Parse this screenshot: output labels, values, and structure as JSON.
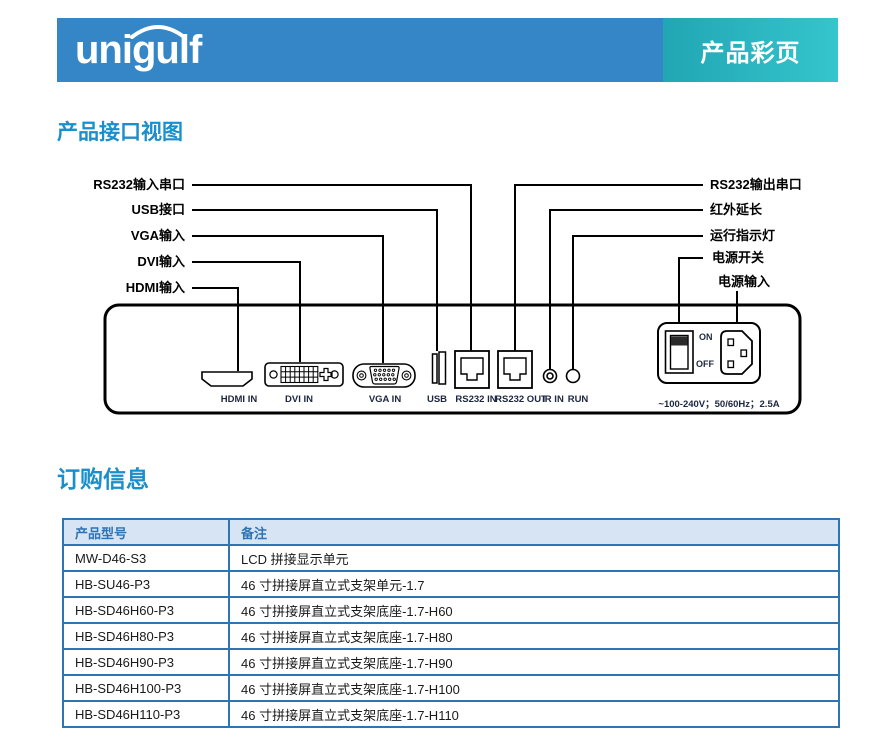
{
  "header": {
    "logo_text": "unigulf",
    "banner_label": "产品彩页"
  },
  "colors": {
    "brand_blue": "#3486c7",
    "banner_teal_start": "#21a6b4",
    "banner_teal_end": "#35c5cc",
    "section_title_blue": "#1b8fcb",
    "table_border_blue": "#2e75b6",
    "table_header_bg": "#d6e4f3",
    "table_header_text": "#2e74b5",
    "diagram_line": "#000000"
  },
  "interface_section": {
    "title": "产品接口视图",
    "callouts_left": [
      {
        "label": "RS232输入串口"
      },
      {
        "label": "USB接口"
      },
      {
        "label": "VGA输入"
      },
      {
        "label": "DVI输入"
      },
      {
        "label": "HDMI输入"
      }
    ],
    "callouts_right": [
      {
        "label": "RS232输出串口"
      },
      {
        "label": "红外延长"
      },
      {
        "label": "运行指示灯"
      },
      {
        "label": "电源开关"
      },
      {
        "label": "电源输入"
      }
    ],
    "port_labels": [
      "HDMI IN",
      "DVI IN",
      "VGA IN",
      "USB",
      "RS232 IN",
      "RS232 OUT",
      "IR IN",
      "RUN"
    ],
    "switch_on": "ON",
    "switch_off": "OFF",
    "power_rating": "~100-240V；50/60Hz；2.5A"
  },
  "ordering_section": {
    "title": "订购信息",
    "table": {
      "headers": [
        "产品型号",
        "备注"
      ],
      "rows": [
        [
          "MW-D46-S3",
          "LCD 拼接显示单元"
        ],
        [
          "HB-SU46-P3",
          "46 寸拼接屏直立式支架单元-1.7"
        ],
        [
          "HB-SD46H60-P3",
          "46 寸拼接屏直立式支架底座-1.7-H60"
        ],
        [
          "HB-SD46H80-P3",
          "46 寸拼接屏直立式支架底座-1.7-H80"
        ],
        [
          "HB-SD46H90-P3",
          "46 寸拼接屏直立式支架底座-1.7-H90"
        ],
        [
          "HB-SD46H100-P3",
          "46 寸拼接屏直立式支架底座-1.7-H100"
        ],
        [
          "HB-SD46H110-P3",
          "46 寸拼接屏直立式支架底座-1.7-H110"
        ]
      ]
    }
  }
}
